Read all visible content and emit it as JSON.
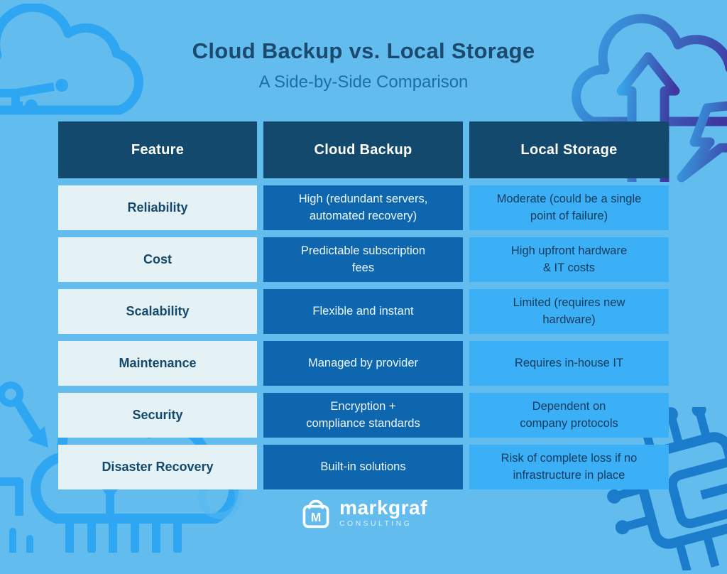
{
  "page": {
    "title": "Cloud Backup vs. Local Storage",
    "subtitle": "A Side-by-Side Comparison"
  },
  "table": {
    "headers": [
      {
        "label": "Feature"
      },
      {
        "label": "Cloud Backup"
      },
      {
        "label": "Local Storage"
      }
    ],
    "rows": [
      {
        "feature": "Reliability",
        "cloud": "High (redundant servers,\nautomated recovery)",
        "local": "Moderate (could be a single\npoint of failure)"
      },
      {
        "feature": "Cost",
        "cloud": "Predictable subscription\nfees",
        "local": "High upfront hardware\n& IT costs"
      },
      {
        "feature": "Scalability",
        "cloud": "Flexible and instant",
        "local": "Limited (requires new\nhardware)"
      },
      {
        "feature": "Maintenance",
        "cloud": "Managed by provider",
        "local": "Requires in-house IT"
      },
      {
        "feature": "Security",
        "cloud": "Encryption +\ncompliance standards",
        "local": "Dependent on\ncompany protocols"
      },
      {
        "feature": "Disaster Recovery",
        "cloud": "Built-in solutions",
        "local": "Risk of complete loss if no\ninfrastructure in place"
      }
    ]
  },
  "footer": {
    "logo_letter": "M",
    "brand": "markgraf",
    "brand_sub": "CONSULTING"
  },
  "decorations": {
    "top_left": "cloud-circuit-outline",
    "top_right": "cloud-upload-arrow-with-bolt",
    "bottom_left": "cloud-circuit-pins",
    "left_middle": "circuit-node-arrow",
    "bottom_right": "circuit-chip"
  },
  "colors": {
    "background": "#63bcee",
    "header_bg": "#12496d",
    "feature_cell_bg": "#e5f2f5",
    "feature_text": "#14496d",
    "cloud_cell_bg": "#0e67ae",
    "local_cell_bg": "#3bb0f7",
    "local_text": "#143a5c",
    "title": "#1b4a6e",
    "subtitle": "#1d6dab",
    "deco_stroke": "#2ea6f2",
    "deco_dark": "#1b7ccb",
    "gradient_start": "#36a9ea",
    "gradient_end": "#3f379f"
  }
}
